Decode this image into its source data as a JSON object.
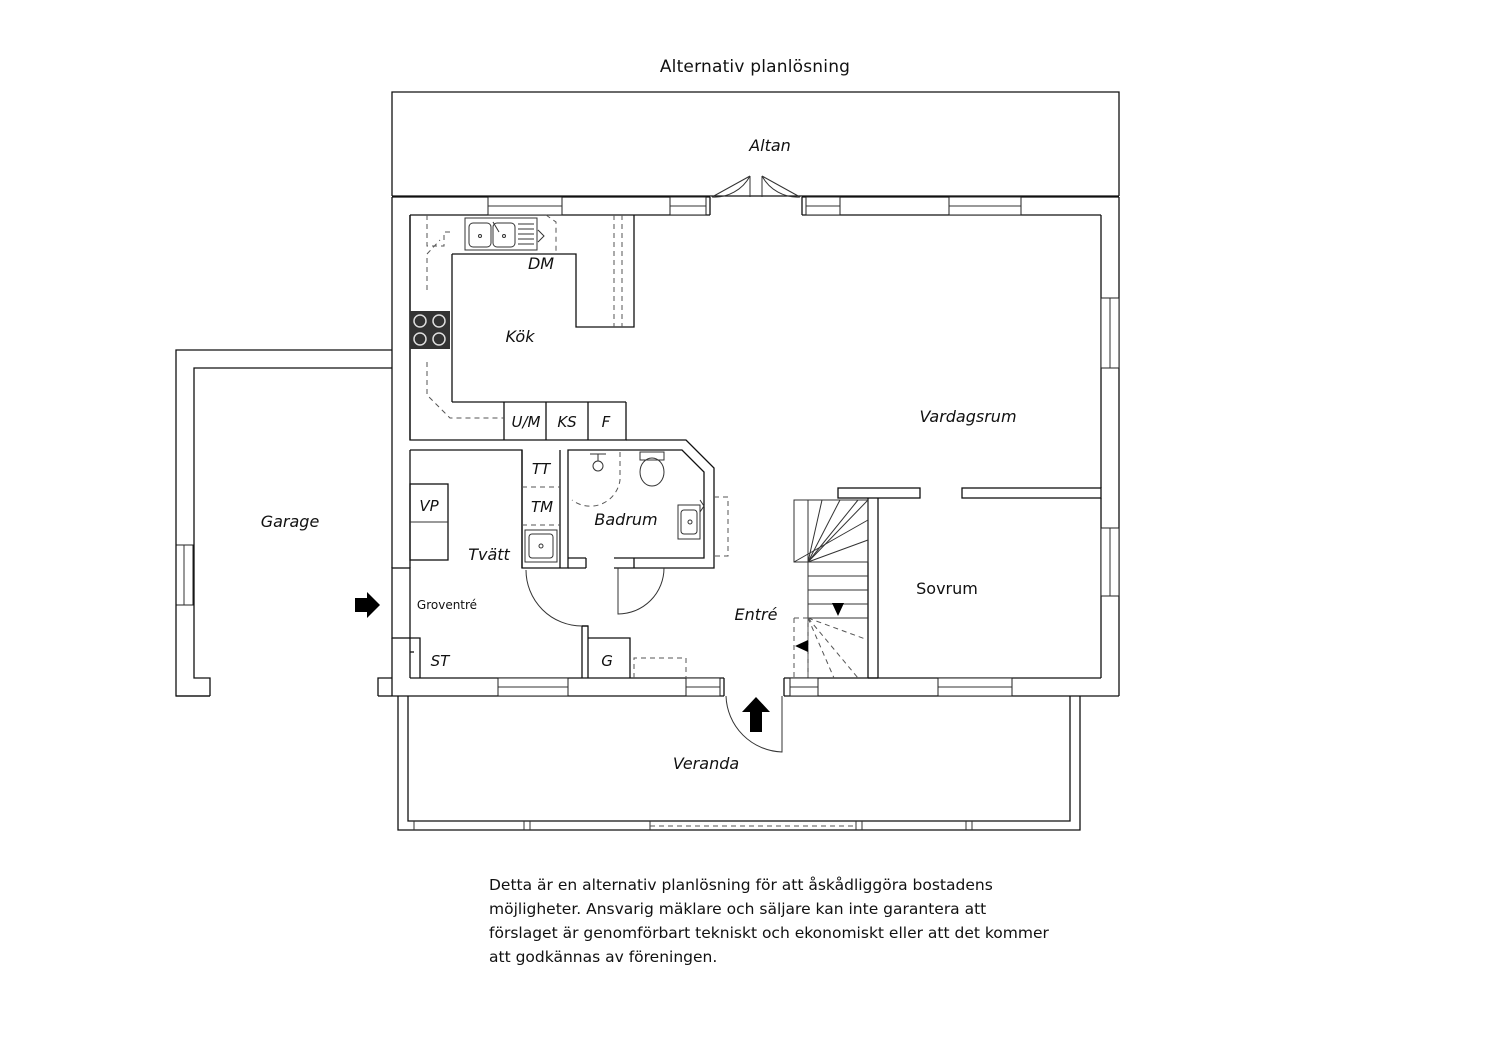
{
  "title": "Alternativ planlösning",
  "rooms": {
    "altan": "Altan",
    "kok": "Kök",
    "dm": "DM",
    "vardagsrum": "Vardagsrum",
    "garage": "Garage",
    "tvatt": "Tvätt",
    "badrum": "Badrum",
    "entre": "Entré",
    "sovrum": "Sovrum",
    "veranda": "Veranda",
    "groventre": "Groventré"
  },
  "fixtures": {
    "um": "U/M",
    "ks": "KS",
    "f": "F",
    "tt": "TT",
    "tm": "TM",
    "vp": "VP",
    "st": "ST",
    "g": "G"
  },
  "disclaimer": "Detta är en alternativ planlösning för att åskådliggöra bostadens möjligheter. Ansvarig mäklare och säljare kan inte garantera att förslaget är genomförbart tekniskt och ekonomiskt eller att det kommer att godkännas av föreningen."
}
